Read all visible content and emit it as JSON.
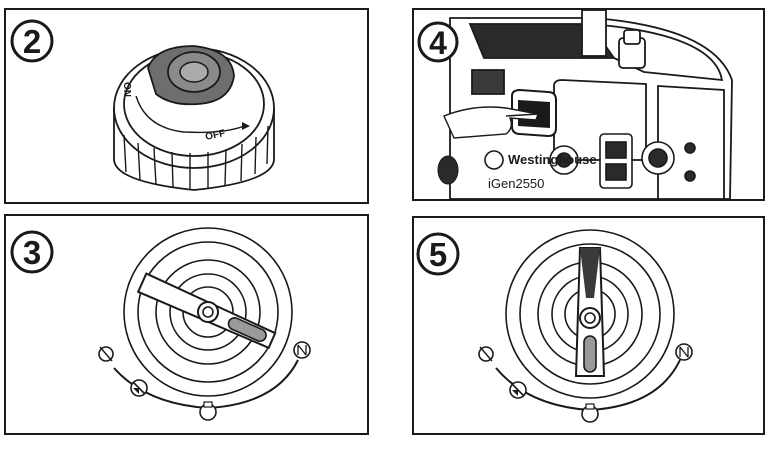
{
  "steps": [
    {
      "number": "2",
      "labels": {
        "on": "ON",
        "off": "OFF"
      }
    },
    {
      "number": "4",
      "brand": "Westinghouse",
      "model": "iGen2550"
    },
    {
      "number": "3"
    },
    {
      "number": "5"
    }
  ],
  "colors": {
    "ink": "#1a1a1a",
    "cap_gray": "#6e6e6e",
    "lever_gray": "#9a9a9a"
  },
  "icons": [
    "open-valve-icon",
    "choke-icon",
    "closed-valve-icon",
    "off-icon"
  ]
}
